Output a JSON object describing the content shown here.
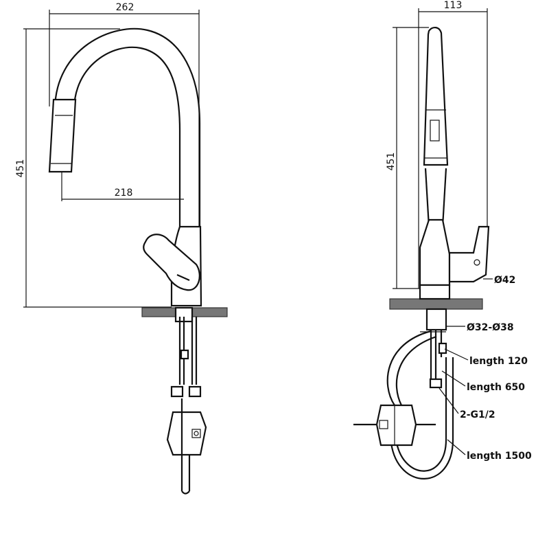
{
  "front_view": {
    "width_dimension": "262",
    "height_dimension": "451",
    "spout_reach_dimension": "218"
  },
  "side_view": {
    "width_dimension": "113",
    "height_dimension": "451",
    "callouts": {
      "body_diameter": "Ø42",
      "hole_diameter": "Ø32-Ø38",
      "hose_a": "length 120",
      "hose_b": "length 650",
      "connection": "2-G1/2",
      "pullout_hose": "length 1500"
    }
  }
}
